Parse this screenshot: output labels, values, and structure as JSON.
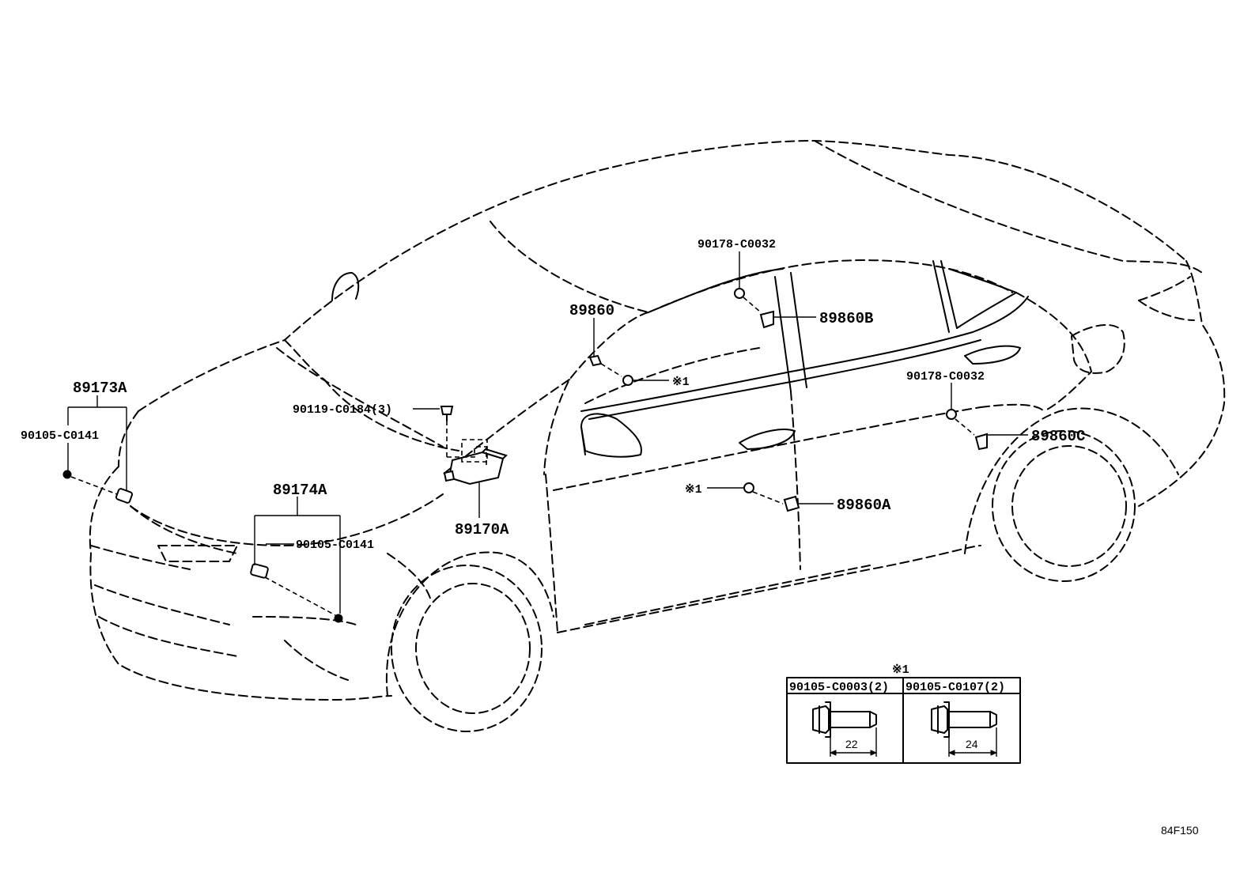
{
  "diagram_id": "84F150",
  "callouts": {
    "c89173A": "89173A",
    "c90105_left": "90105-C0141",
    "c89174A": "89174A",
    "c90105_mid": "90105-C0141",
    "c90119": "90119-C0184(3)",
    "c89170A": "89170A",
    "c89860": "89860",
    "ref1_upper": "※1",
    "ref1_lower": "※1",
    "c90178_upper": "90178-C0032",
    "c89860B": "89860B",
    "c90178_lower": "90178-C0032",
    "c89860C": "89860C",
    "c89860A": "89860A"
  },
  "inset": {
    "title": "※1",
    "columns": [
      {
        "header": "90105-C0003(2)",
        "dimension": "22"
      },
      {
        "header": "90105-C0107(2)",
        "dimension": "24"
      }
    ]
  }
}
